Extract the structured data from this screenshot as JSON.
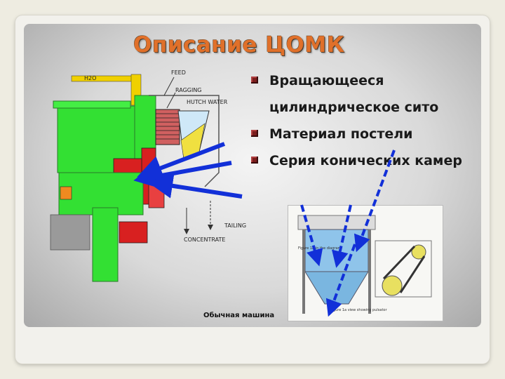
{
  "slide": {
    "title": "Описание ЦОМК",
    "bullets": [
      {
        "text": "Вращающееся цилиндрическое сито"
      },
      {
        "text": "Материал постели"
      },
      {
        "text": "Серия конических камер"
      }
    ],
    "caption": "Обычная машина"
  },
  "diagram": {
    "labels": {
      "h2o": "H2O",
      "feed": "FEED",
      "ragging": "RAGGING",
      "hutch_water": "HUTCH WATER",
      "tailing": "TAILING",
      "concentrate": "CONCENTRATE"
    }
  },
  "photo": {
    "labels": {
      "fig_a": "Figure 1b in the diagram",
      "fig_b": "Figure 1a view showing pulsator"
    }
  },
  "colors": {
    "title": "#e0702a",
    "bullet_square": "#7a1e1e",
    "arrow": "#1230d8",
    "machine_green": "#33e033",
    "machine_red": "#d82020",
    "machine_yellow": "#f0d000"
  }
}
